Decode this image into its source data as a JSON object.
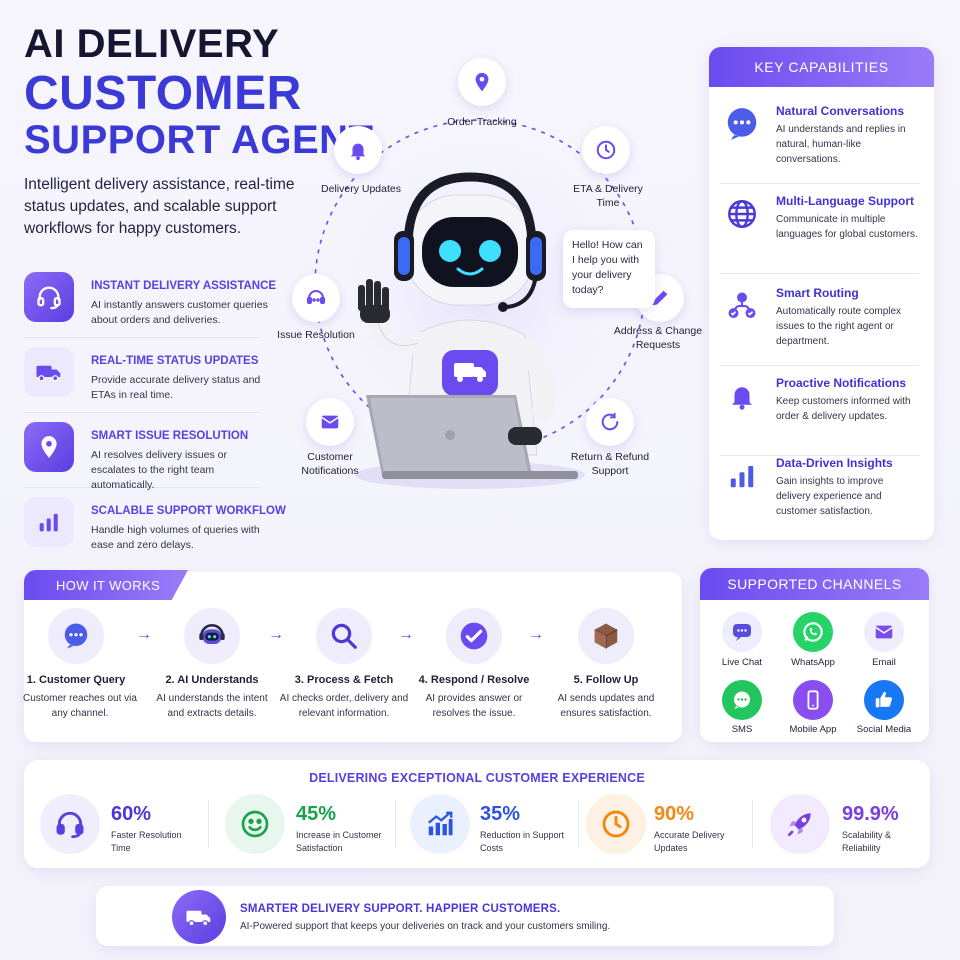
{
  "hero": {
    "title_line1": "AI DELIVERY",
    "title_line2": "CUSTOMER",
    "title_line3": "SUPPORT AGENT",
    "intro": "Intelligent delivery assistance, real-time status updates, and scalable support workflows for happy customers."
  },
  "features": [
    {
      "title": "INSTANT DELIVERY ASSISTANCE",
      "desc": "AI instantly answers customer queries about orders and deliveries.",
      "icon": "headset-icon"
    },
    {
      "title": "REAL-TIME STATUS UPDATES",
      "desc": "Provide accurate delivery status and ETAs in real time.",
      "icon": "truck-icon"
    },
    {
      "title": "SMART ISSUE RESOLUTION",
      "desc": "AI resolves delivery issues or escalates to the right team automatically.",
      "icon": "location-pin-icon"
    },
    {
      "title": "SCALABLE SUPPORT WORKFLOW",
      "desc": "Handle high volumes of queries with ease and zero delays.",
      "icon": "bar-chart-icon"
    }
  ],
  "orbit": {
    "order_tracking": "Order Tracking",
    "delivery_updates": "Delivery Updates",
    "eta_line1": "ETA & Delivery",
    "eta_line2": "Time",
    "issue_resolution": "Issue Resolution",
    "address_line1": "Address & Change",
    "address_line2": "Requests",
    "notifications_line1": "Customer",
    "notifications_line2": "Notifications",
    "refund_line1": "Return & Refund",
    "refund_line2": "Support",
    "bubble": "Hello! How can I help you with your delivery today?"
  },
  "capabilities": {
    "header": "KEY CAPABILITIES",
    "items": [
      {
        "title": "Natural Conversations",
        "desc": "AI understands and replies in natural, human-like conversations.",
        "icon": "chat-bubble-icon"
      },
      {
        "title": "Multi-Language Support",
        "desc": "Communicate in multiple languages for global customers.",
        "icon": "globe-icon"
      },
      {
        "title": "Smart Routing",
        "desc": "Automatically route complex issues to the right agent or department.",
        "icon": "routing-icon"
      },
      {
        "title": "Proactive Notifications",
        "desc": "Keep customers informed with order & delivery updates.",
        "icon": "bell-icon"
      },
      {
        "title": "Data-Driven Insights",
        "desc": "Gain insights to improve delivery experience and customer satisfaction.",
        "icon": "bar-chart-icon"
      }
    ]
  },
  "how_it_works": {
    "header": "HOW IT WORKS",
    "steps": [
      {
        "title": "1. Customer Query",
        "desc": "Customer reaches out via any channel."
      },
      {
        "title": "2. AI Understands",
        "desc": "AI understands the intent and extracts details."
      },
      {
        "title": "3. Process & Fetch",
        "desc": "AI checks order, delivery and relevant information."
      },
      {
        "title": "4. Respond / Resolve",
        "desc": "AI provides answer or resolves the issue."
      },
      {
        "title": "5. Follow Up",
        "desc": "AI sends updates and ensures satisfaction."
      }
    ],
    "arrow": "→"
  },
  "channels": {
    "header": "SUPPORTED CHANNELS",
    "items": [
      {
        "label": "Live Chat",
        "color": "#5b4ce0"
      },
      {
        "label": "WhatsApp",
        "color": "#25d366"
      },
      {
        "label": "Email",
        "color": "#7b4dea"
      },
      {
        "label": "SMS",
        "color": "#22c55e"
      },
      {
        "label": "Mobile App",
        "color": "#7b4dea"
      },
      {
        "label": "Social Media",
        "color": "#1877f2"
      }
    ]
  },
  "stats": {
    "header": "DELIVERING EXCEPTIONAL CUSTOMER EXPERIENCE",
    "items": [
      {
        "value": "60%",
        "label": "Faster Resolution Time",
        "color": "#4b35db"
      },
      {
        "value": "45%",
        "label": "Increase in Customer Satisfaction",
        "color": "#18a34a"
      },
      {
        "value": "35%",
        "label": "Reduction in Support Costs",
        "color": "#2b54e0"
      },
      {
        "value": "90%",
        "label": "Accurate Delivery Updates",
        "color": "#f08a12"
      },
      {
        "value": "99.9%",
        "label": "Scalability & Reliability",
        "color": "#7b3fe0"
      }
    ]
  },
  "footer": {
    "title": "SMARTER DELIVERY SUPPORT. HAPPIER CUSTOMERS.",
    "subtitle": "AI-Powered support that keeps your deliveries on track and your customers smiling."
  },
  "colors": {
    "primary": "#5b3fe0",
    "accent": "#3b3ad6",
    "gradient_start": "#6a4bf0",
    "gradient_end": "#9a7cf8"
  }
}
